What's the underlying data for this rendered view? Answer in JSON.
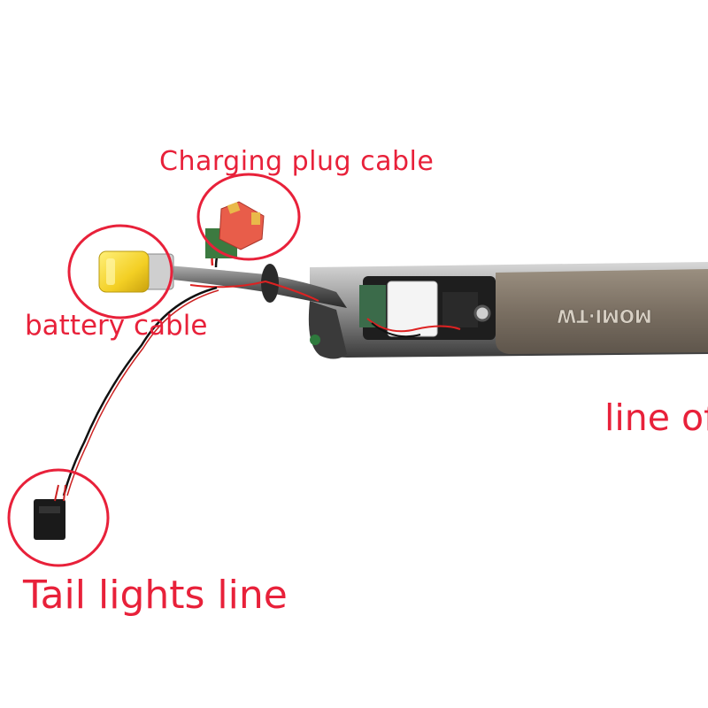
{
  "labels": {
    "charging_plug": "Charging plug cable",
    "battery": "battery cable",
    "line_of": "line of",
    "tail_lights": "Tail lights line"
  },
  "deck": {
    "logo": "MOMI·TW"
  },
  "colors": {
    "annotation": "#e8213a",
    "background": "#ffffff",
    "deck": "#7a6f62",
    "battery_plug": "#f5d22c",
    "charging_plug": "#e85d4a",
    "tail_connector": "#1a1a1a"
  }
}
